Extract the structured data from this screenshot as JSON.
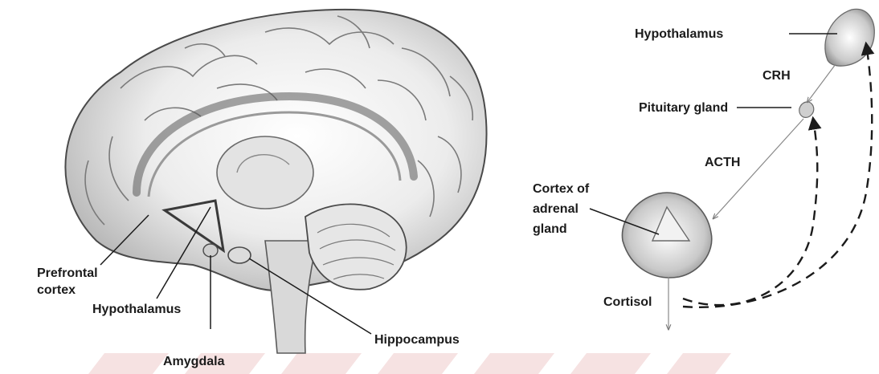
{
  "brain_labels": {
    "prefrontal_line1": "Prefrontal",
    "prefrontal_line2": "cortex",
    "hypothalamus": "Hypothalamus",
    "amygdala": "Amygdala",
    "hippocampus": "Hippocampus"
  },
  "hpa_labels": {
    "hypothalamus": "Hypothalamus",
    "crh": "CRH",
    "pituitary": "Pituitary gland",
    "acth": "ACTH",
    "adrenal_line1": "Cortex of",
    "adrenal_line2": "adrenal",
    "adrenal_line3": "gland",
    "cortisol": "Cortisol"
  },
  "colors": {
    "ink": "#1b1b1b",
    "shading": "#8a8a8a",
    "watermark": "#f4dede"
  }
}
